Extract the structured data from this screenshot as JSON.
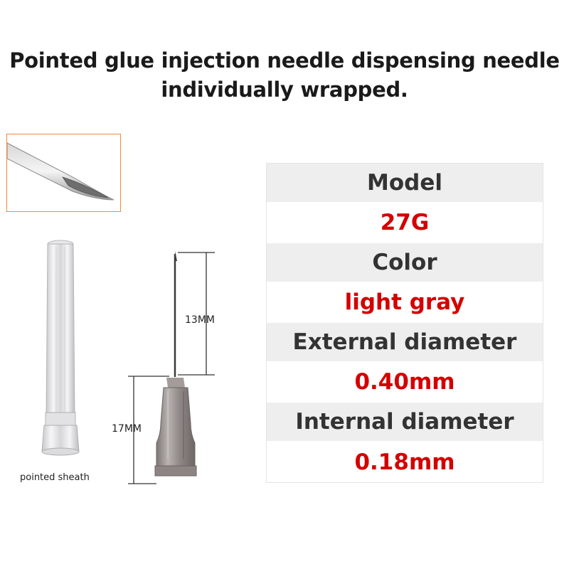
{
  "title": {
    "line1": "Pointed glue injection needle dispensing needle",
    "line2": "individually wrapped."
  },
  "detail_icon": "needle-tip-closeup-icon",
  "sheath": {
    "label": "pointed sheath"
  },
  "needle": {
    "dim_top": "13MM",
    "dim_bottom": "17MM"
  },
  "specs": [
    {
      "header": "Model",
      "value": "27G"
    },
    {
      "header": "Color",
      "value": "light gray"
    },
    {
      "header": "External diameter",
      "value": "0.40mm"
    },
    {
      "header": "Internal diameter",
      "value": "0.18mm"
    }
  ],
  "colors": {
    "accent_border": "#f08a3c",
    "value_text": "#d40000",
    "header_bg": "#eeeeee",
    "hub": "#9a9391"
  }
}
